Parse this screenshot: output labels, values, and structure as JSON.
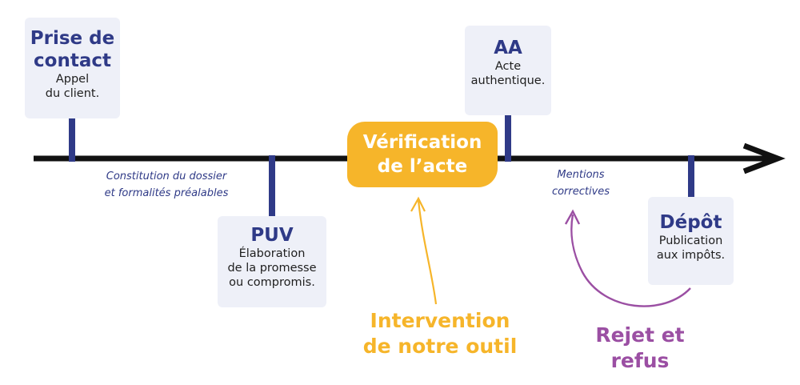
{
  "colors": {
    "axis": "#111111",
    "tick": "#2f3a87",
    "card_bg": "#eef0f8",
    "title": "#2f3a87",
    "accent_yellow": "#f6b52a",
    "accent_purple": "#9b4fa3"
  },
  "cards": {
    "prise": {
      "title": "Prise de contact",
      "text": "Appel\ndu client."
    },
    "puv": {
      "title": "PUV",
      "text": "Élaboration\nde la promesse\nou compromis."
    },
    "aa": {
      "title": "AA",
      "text": "Acte\nauthentique."
    },
    "depot": {
      "title": "Dépôt",
      "text": "Publication\naux impôts."
    }
  },
  "notes": {
    "constitution": "Constitution du dossier\net formalités préalables",
    "mentions": "Mentions\ncorrectives"
  },
  "verification": "Vérification\nde l’acte",
  "intervention": "Intervention\nde notre outil",
  "rejet": "Rejet et\nrefus"
}
